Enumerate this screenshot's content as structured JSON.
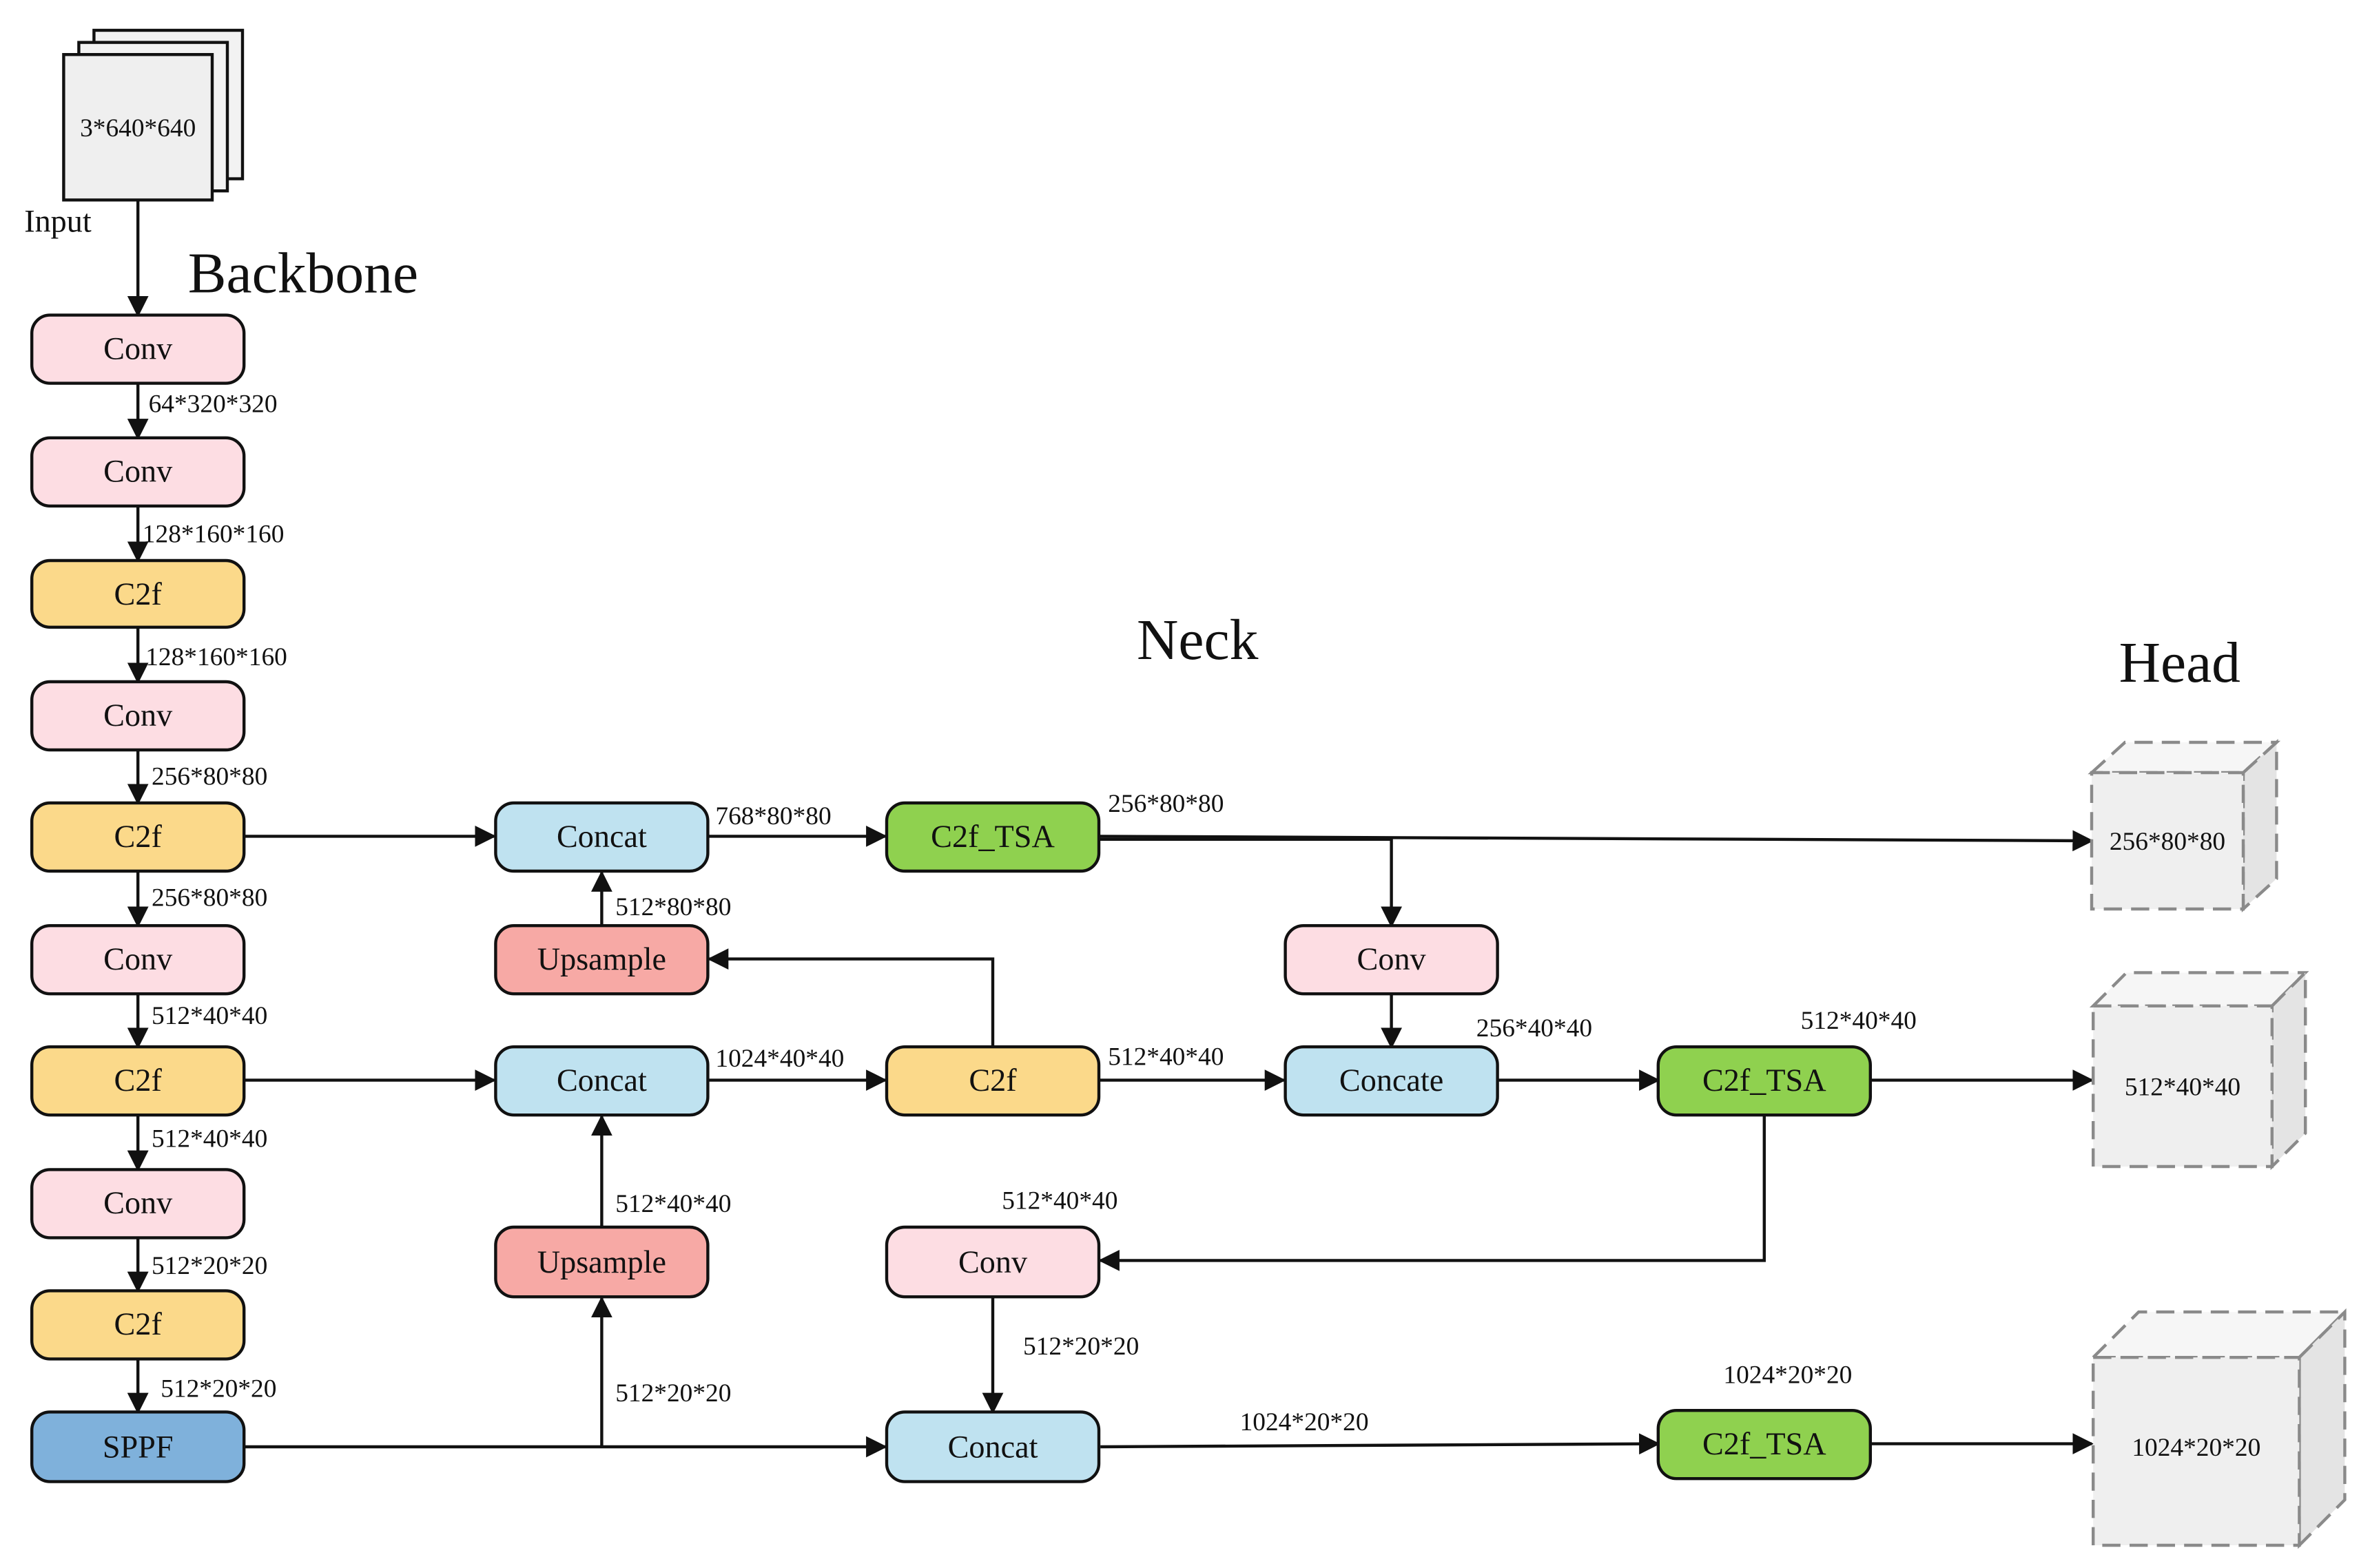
{
  "sections": {
    "backbone": "Backbone",
    "neck": "Neck",
    "head": "Head"
  },
  "input": {
    "label": "Input",
    "size": "3*640*640"
  },
  "colors": {
    "conv": "#fddde3",
    "c2f": "#fbd98a",
    "concat": "#bfe2f0",
    "upsample": "#f7a9a5",
    "c2f_tsa": "#8fd14f",
    "sppf": "#7fb1db",
    "head_cube": "#efefef"
  },
  "backbone": {
    "b1": "Conv",
    "b2": "Conv",
    "b3": "C2f",
    "b4": "Conv",
    "b5": "C2f",
    "b6": "Conv",
    "b7": "C2f",
    "b8": "Conv",
    "b9": "C2f",
    "b10": "SPPF",
    "e1": "64*320*320",
    "e2": "128*160*160",
    "e3": "128*160*160",
    "e4": "256*80*80",
    "e5": "256*80*80",
    "e6": "512*40*40",
    "e7": "512*40*40",
    "e8": "512*20*20",
    "e9": "512*20*20"
  },
  "neck": {
    "concat1": "Concat",
    "upsample1": "Upsample",
    "concat2": "Concat",
    "upsample2": "Upsample",
    "c2f_tsa1": "C2f_TSA",
    "c2f_mid": "C2f",
    "conv_mid": "Conv",
    "concat_low": "Concat",
    "conv_right": "Conv",
    "concate": "Concate",
    "c2f_tsa2": "C2f_TSA",
    "c2f_tsa3": "C2f_TSA",
    "l_concat1_out": "768*80*80",
    "l_up1_out": "512*80*80",
    "l_tsa1_out": "256*80*80",
    "l_concat2_out": "1024*40*40",
    "l_up2_out": "512*40*40",
    "l_sppf_up": "512*20*20",
    "l_c2f_out": "512*40*40",
    "l_concate_out": "256*40*40",
    "l_tsa2_out": "512*40*40",
    "l_conv_mid_in": "512*40*40",
    "l_conv_mid_out": "512*20*20",
    "l_concat_low_out": "1024*20*20",
    "l_tsa3_out": "1024*20*20"
  },
  "head": {
    "out1": "256*80*80",
    "out2": "512*40*40",
    "out3": "1024*20*20"
  }
}
